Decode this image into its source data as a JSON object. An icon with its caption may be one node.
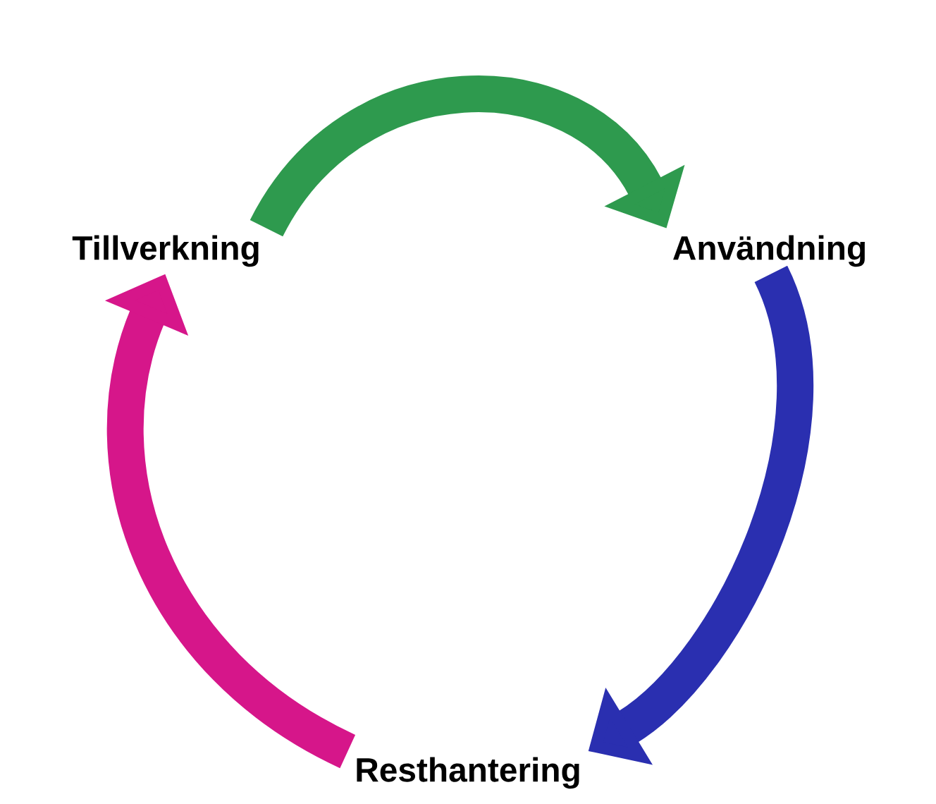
{
  "diagram": {
    "nodes": [
      {
        "text": [
          "Tillverkning"
        ]
      },
      {
        "text": [
          "Användning"
        ]
      },
      {
        "text": [
          "Resthantering"
        ]
      }
    ],
    "edges": [
      {
        "from": 0,
        "to": 1,
        "arrow": "to",
        "color": "#2e9a4e"
      },
      {
        "from": 1,
        "to": 2,
        "arrow": "to",
        "color": "#2a2fb0"
      },
      {
        "from": 2,
        "to": 0,
        "arrow": "to",
        "color": "#d6168a"
      }
    ]
  }
}
